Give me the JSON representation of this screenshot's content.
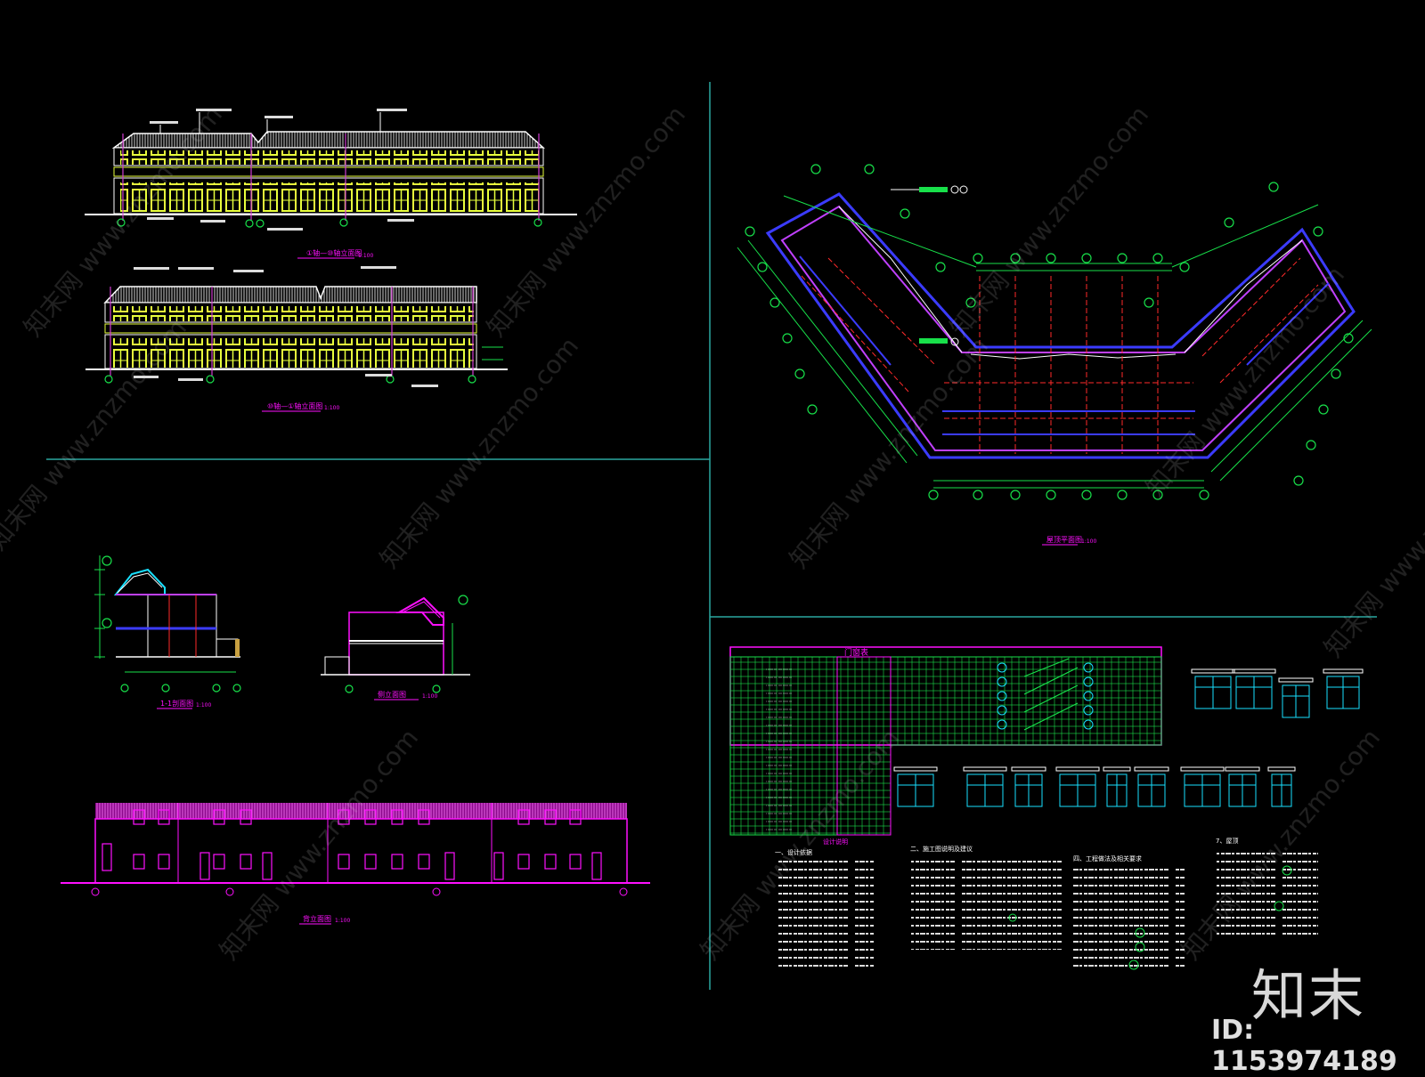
{
  "title_labels": {
    "elevation_1": "①轴—⑩轴立面图",
    "elevation_2": "⑩轴—①轴立面图",
    "section": "1-1剖面图",
    "side_elevation": "侧立面图",
    "rear_elevation": "背立面图",
    "roof_plan": "屋顶平面图",
    "scale": "1:100"
  },
  "schedule": {
    "title": "门窗表",
    "design_notes": "设计说明"
  },
  "notes": {
    "n1": "一、设计依据",
    "n2": "二、施工图说明及建议",
    "n3": "四、工程做法及相关要求",
    "n4": "7、屋顶"
  },
  "watermark": {
    "brand": "知末",
    "id": "ID: 1153974189",
    "repeat_text": "知末网 www.znzmo.com"
  },
  "colors": {
    "background": "#000000",
    "divider": "#2aa7a0",
    "facade": "#e8ff3c",
    "outline": "#ffffff",
    "grid_green": "#18e04a",
    "roof_red": "#ff2a2a",
    "roof_blue": "#3b3bff",
    "magenta": "#ff10ff",
    "purple": "#c040ff",
    "cyan": "#18e0ff"
  }
}
